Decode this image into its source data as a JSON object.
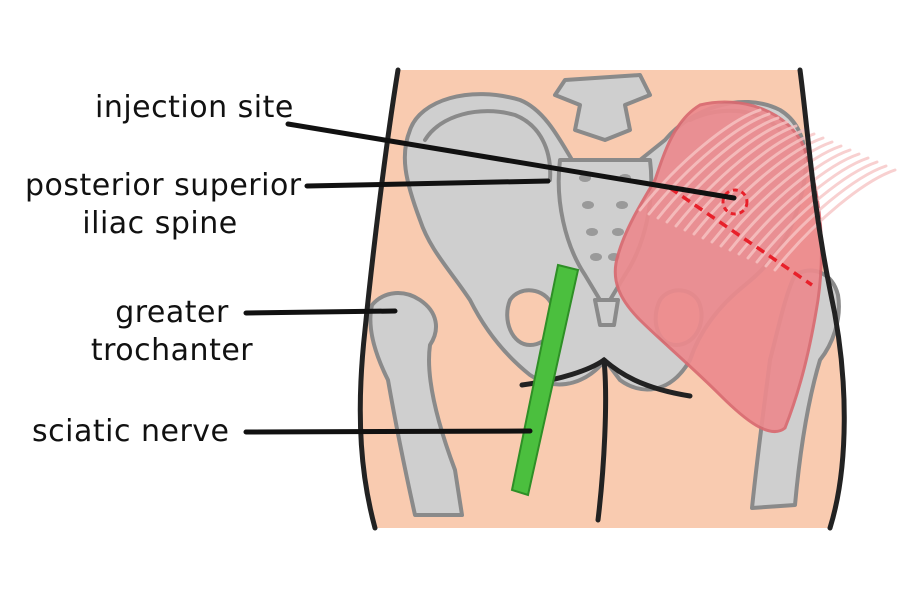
{
  "labels": {
    "injection_site": "injection site",
    "psis_line1": "posterior superior",
    "psis_line2": "iliac spine",
    "trochanter_line1": "greater",
    "trochanter_line2": "trochanter",
    "sciatic_nerve": "sciatic nerve"
  },
  "colors": {
    "skin": "#f9cbb0",
    "bone": "#cfcfcf",
    "outline": "#222222",
    "muscle": "#ec8a8e",
    "muscle_striation": "#f6c4c4",
    "nerve": "#4bbf3e",
    "injection_marker": "#e8202a",
    "leader_line": "#111111"
  }
}
